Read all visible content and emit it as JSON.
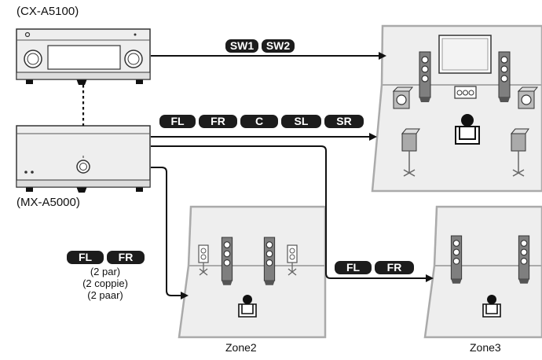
{
  "devices": {
    "preamp_label": "(CX-A5100)",
    "poweramp_label": "(MX-A5000)"
  },
  "connections": {
    "subwoofer_channels": [
      "SW1",
      "SW2"
    ],
    "main_channels": [
      "FL",
      "FR",
      "C",
      "SL",
      "SR"
    ],
    "zone2_channels": [
      "FL",
      "FR"
    ],
    "zone3_channels": [
      "FL",
      "FR"
    ]
  },
  "notes": [
    "(2 par)",
    "(2 coppie)",
    "(2 paar)"
  ],
  "zones": {
    "zone2_label": "Zone2",
    "zone3_label": "Zone3"
  },
  "colors": {
    "badge": "#1c1c1c",
    "room_fill": "#eeeeee",
    "room_border": "#aaaaaa",
    "device_fill": "#eeeeee",
    "line": "#111111"
  }
}
